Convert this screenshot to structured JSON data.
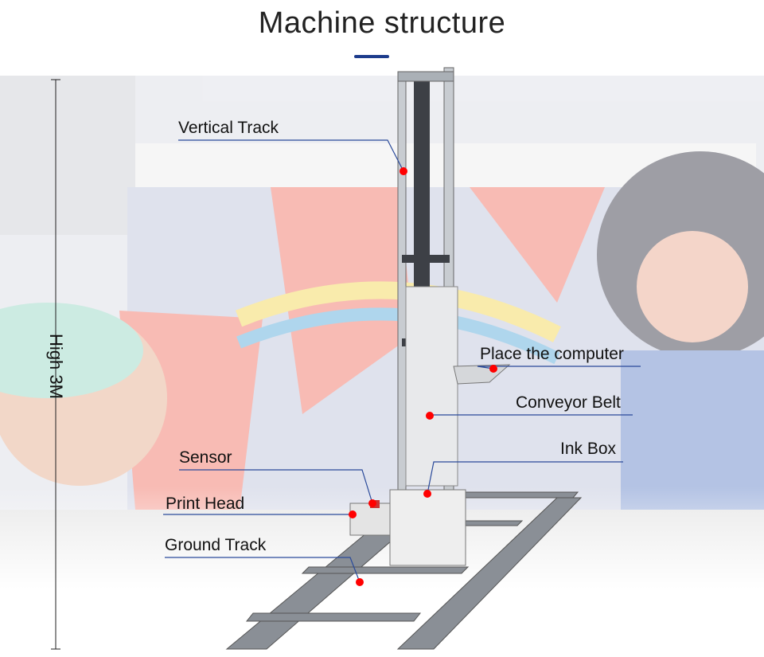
{
  "title": "Machine structure",
  "height_label": "High 3M",
  "labels": {
    "vertical_track": "Vertical Track",
    "place_computer": "Place the computer",
    "conveyor_belt": "Conveyor Belt",
    "ink_box": "Ink Box",
    "sensor": "Sensor",
    "print_head": "Print Head",
    "ground_track": "Ground Track"
  },
  "colors": {
    "accent": "#1d3c8c",
    "marker": "#ff0000",
    "leader": "#2a4a9a"
  }
}
